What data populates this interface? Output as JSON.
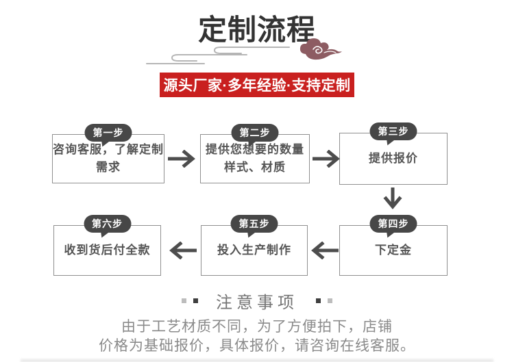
{
  "page": {
    "title": "定制流程",
    "banner_text": "源头厂家·多年经验·支持定制"
  },
  "colors": {
    "banner_red": "#c9201f",
    "bubble_dark": "#474747",
    "cloud_mauve": "#8d5c62",
    "box_border": "#8f8f8f",
    "arrow_gray": "#4d4d4d",
    "deco_line_gray": "#b5b5b5"
  },
  "steps": [
    {
      "label": "第一步",
      "lines": [
        "咨询客服，了解定制",
        "需求"
      ]
    },
    {
      "label": "第二步",
      "lines": [
        "提供您想要的数量",
        "样式、材质"
      ]
    },
    {
      "label": "第三步",
      "lines": [
        "提供报价"
      ]
    },
    {
      "label": "第四步",
      "lines": [
        "下定金"
      ]
    },
    {
      "label": "第五步",
      "lines": [
        "投入生产制作"
      ]
    },
    {
      "label": "第六步",
      "lines": [
        "收到货后付全款"
      ]
    }
  ],
  "notes": {
    "heading": "注意事项",
    "lines": [
      "由于工艺材质不同，为了方便拍下，店铺",
      "价格为基础报价，具体报价，请咨询在线客服。"
    ]
  }
}
